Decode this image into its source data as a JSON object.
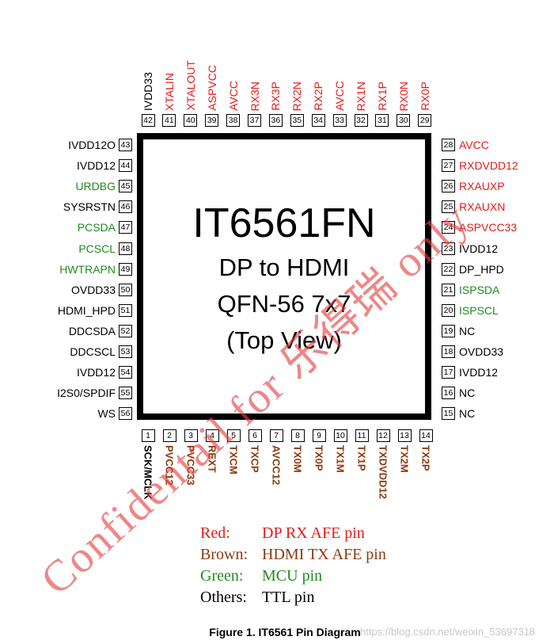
{
  "colors": {
    "red": "#e41c1c",
    "brown": "#8b3a10",
    "green": "#1f8c1f",
    "other": "#000000"
  },
  "chip": {
    "name": "IT6561FN",
    "description": "DP to HDMI",
    "package": "QFN-56 7x7",
    "view": "(Top View)"
  },
  "pins_left": [
    {
      "num": "43",
      "label": "IVDD12O",
      "color": "other"
    },
    {
      "num": "44",
      "label": "IVDD12",
      "color": "other"
    },
    {
      "num": "45",
      "label": "URDBG",
      "color": "green"
    },
    {
      "num": "46",
      "label": "SYSRSTN",
      "color": "other"
    },
    {
      "num": "47",
      "label": "PCSDA",
      "color": "green"
    },
    {
      "num": "48",
      "label": "PCSCL",
      "color": "green"
    },
    {
      "num": "49",
      "label": "HWTRAPN",
      "color": "green"
    },
    {
      "num": "50",
      "label": "OVDD33",
      "color": "other"
    },
    {
      "num": "51",
      "label": "HDMI_HPD",
      "color": "other"
    },
    {
      "num": "52",
      "label": "DDCSDA",
      "color": "other"
    },
    {
      "num": "53",
      "label": "DDCSCL",
      "color": "other"
    },
    {
      "num": "54",
      "label": "IVDD12",
      "color": "other"
    },
    {
      "num": "55",
      "label": "I2S0/SPDIF",
      "color": "other"
    },
    {
      "num": "56",
      "label": "WS",
      "color": "other"
    }
  ],
  "pins_right": [
    {
      "num": "28",
      "label": "AVCC",
      "color": "red"
    },
    {
      "num": "27",
      "label": "RXDVDD12",
      "color": "red"
    },
    {
      "num": "26",
      "label": "RXAUXP",
      "color": "red"
    },
    {
      "num": "25",
      "label": "RXAUXN",
      "color": "red"
    },
    {
      "num": "24",
      "label": "ASPVCC33",
      "color": "red"
    },
    {
      "num": "23",
      "label": "IVDD12",
      "color": "other"
    },
    {
      "num": "22",
      "label": "DP_HPD",
      "color": "other"
    },
    {
      "num": "21",
      "label": "ISPSDA",
      "color": "green"
    },
    {
      "num": "20",
      "label": "ISPSCL",
      "color": "green"
    },
    {
      "num": "19",
      "label": "NC",
      "color": "other"
    },
    {
      "num": "18",
      "label": "OVDD33",
      "color": "other"
    },
    {
      "num": "17",
      "label": "IVDD12",
      "color": "other"
    },
    {
      "num": "16",
      "label": "NC",
      "color": "other"
    },
    {
      "num": "15",
      "label": "NC",
      "color": "other"
    }
  ],
  "pins_top": [
    {
      "num": "42",
      "label": "IVDD33",
      "color": "other"
    },
    {
      "num": "41",
      "label": "XTALIN",
      "color": "red"
    },
    {
      "num": "40",
      "label": "XTALOUT",
      "color": "red"
    },
    {
      "num": "39",
      "label": "ASPVCC",
      "color": "red"
    },
    {
      "num": "38",
      "label": "AVCC",
      "color": "red"
    },
    {
      "num": "37",
      "label": "RX3N",
      "color": "red"
    },
    {
      "num": "36",
      "label": "RX3P",
      "color": "red"
    },
    {
      "num": "35",
      "label": "RX2N",
      "color": "red"
    },
    {
      "num": "34",
      "label": "RX2P",
      "color": "red"
    },
    {
      "num": "33",
      "label": "AVCC",
      "color": "red"
    },
    {
      "num": "32",
      "label": "RX1N",
      "color": "red"
    },
    {
      "num": "31",
      "label": "RX1P",
      "color": "red"
    },
    {
      "num": "30",
      "label": "RX0N",
      "color": "red"
    },
    {
      "num": "29",
      "label": "RX0P",
      "color": "red"
    }
  ],
  "pins_bottom": [
    {
      "num": "1",
      "label": "SCK/MCLK",
      "color": "other"
    },
    {
      "num": "2",
      "label": "PVCC12",
      "color": "brown"
    },
    {
      "num": "3",
      "label": "PVCC33",
      "color": "brown"
    },
    {
      "num": "4",
      "label": "REXT",
      "color": "brown"
    },
    {
      "num": "5",
      "label": "TXCM",
      "color": "brown"
    },
    {
      "num": "6",
      "label": "TXCP",
      "color": "brown"
    },
    {
      "num": "7",
      "label": "AVCC12",
      "color": "brown"
    },
    {
      "num": "8",
      "label": "TX0M",
      "color": "brown"
    },
    {
      "num": "9",
      "label": "TX0P",
      "color": "brown"
    },
    {
      "num": "10",
      "label": "TX1M",
      "color": "brown"
    },
    {
      "num": "11",
      "label": "TX1P",
      "color": "brown"
    },
    {
      "num": "12",
      "label": "TXDVDD12",
      "color": "brown"
    },
    {
      "num": "13",
      "label": "TX2M",
      "color": "brown"
    },
    {
      "num": "14",
      "label": "TX2P",
      "color": "brown"
    }
  ],
  "legend": [
    {
      "name": "Red:",
      "desc": "DP RX AFE pin",
      "color": "red"
    },
    {
      "name": "Brown:",
      "desc": "HDMI TX AFE pin",
      "color": "brown"
    },
    {
      "name": "Green:",
      "desc": "MCU pin",
      "color": "green"
    },
    {
      "name": "Others:",
      "desc": "TTL pin",
      "color": "other"
    }
  ],
  "caption": "Figure 1. IT6561 Pin Diagram",
  "watermark": "Confidentail for 乐得瑞 only",
  "watermark_site": "https://blog.csdn.net/weixin_53697318"
}
